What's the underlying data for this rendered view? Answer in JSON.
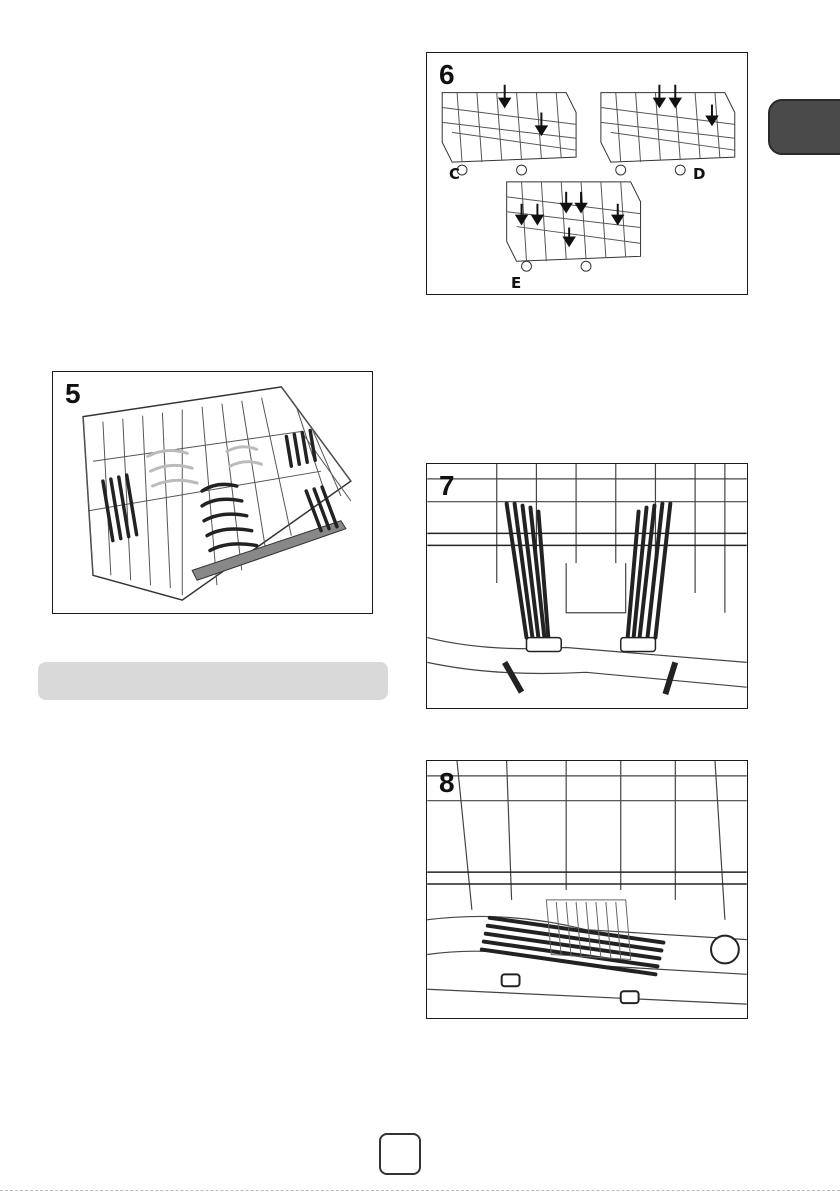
{
  "figures": {
    "fig5": {
      "number": "5"
    },
    "fig6": {
      "number": "6",
      "labels": [
        "C",
        "D",
        "E"
      ]
    },
    "fig7": {
      "number": "7"
    },
    "fig8": {
      "number": "8"
    }
  },
  "page": {
    "number": ""
  },
  "colors": {
    "ink": "#1a1a1a",
    "tab": "#4a4a4a",
    "bar": "#d9d9d9"
  }
}
